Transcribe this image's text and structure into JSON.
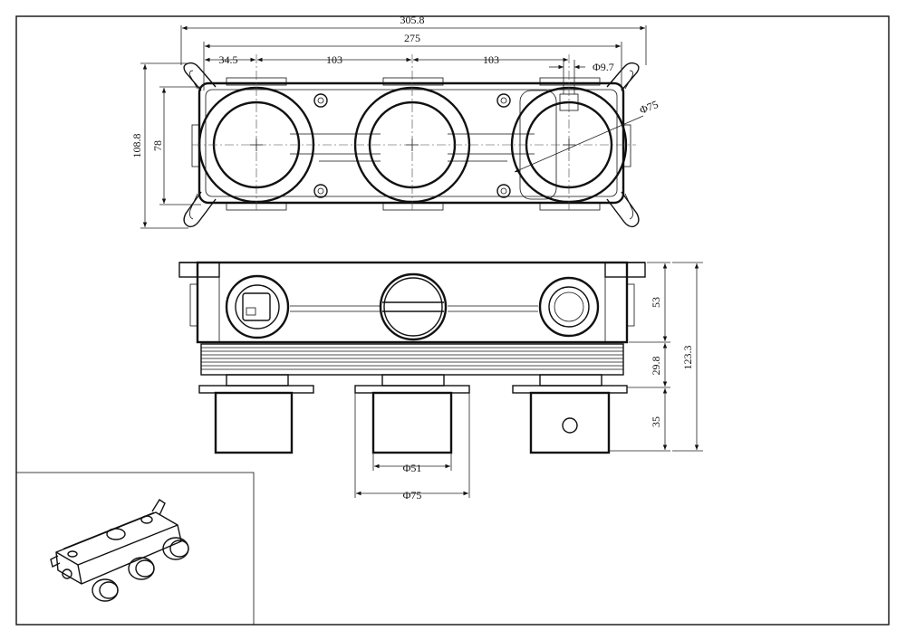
{
  "top_view": {
    "overall_width": "305.8",
    "center_span": "275",
    "edge_to_center": "34.5",
    "spacing_left": "103",
    "spacing_right": "103",
    "hole_diameter": "Φ9.7",
    "rosette_diameter": "Φ75",
    "overall_height": "108.8",
    "body_height": "78"
  },
  "side_view": {
    "body_depth": "53",
    "thread_depth": "29.8",
    "knob_depth": "35",
    "total_depth": "123.3",
    "knob_diameter": "Φ51",
    "flange_diameter": "Φ75"
  }
}
